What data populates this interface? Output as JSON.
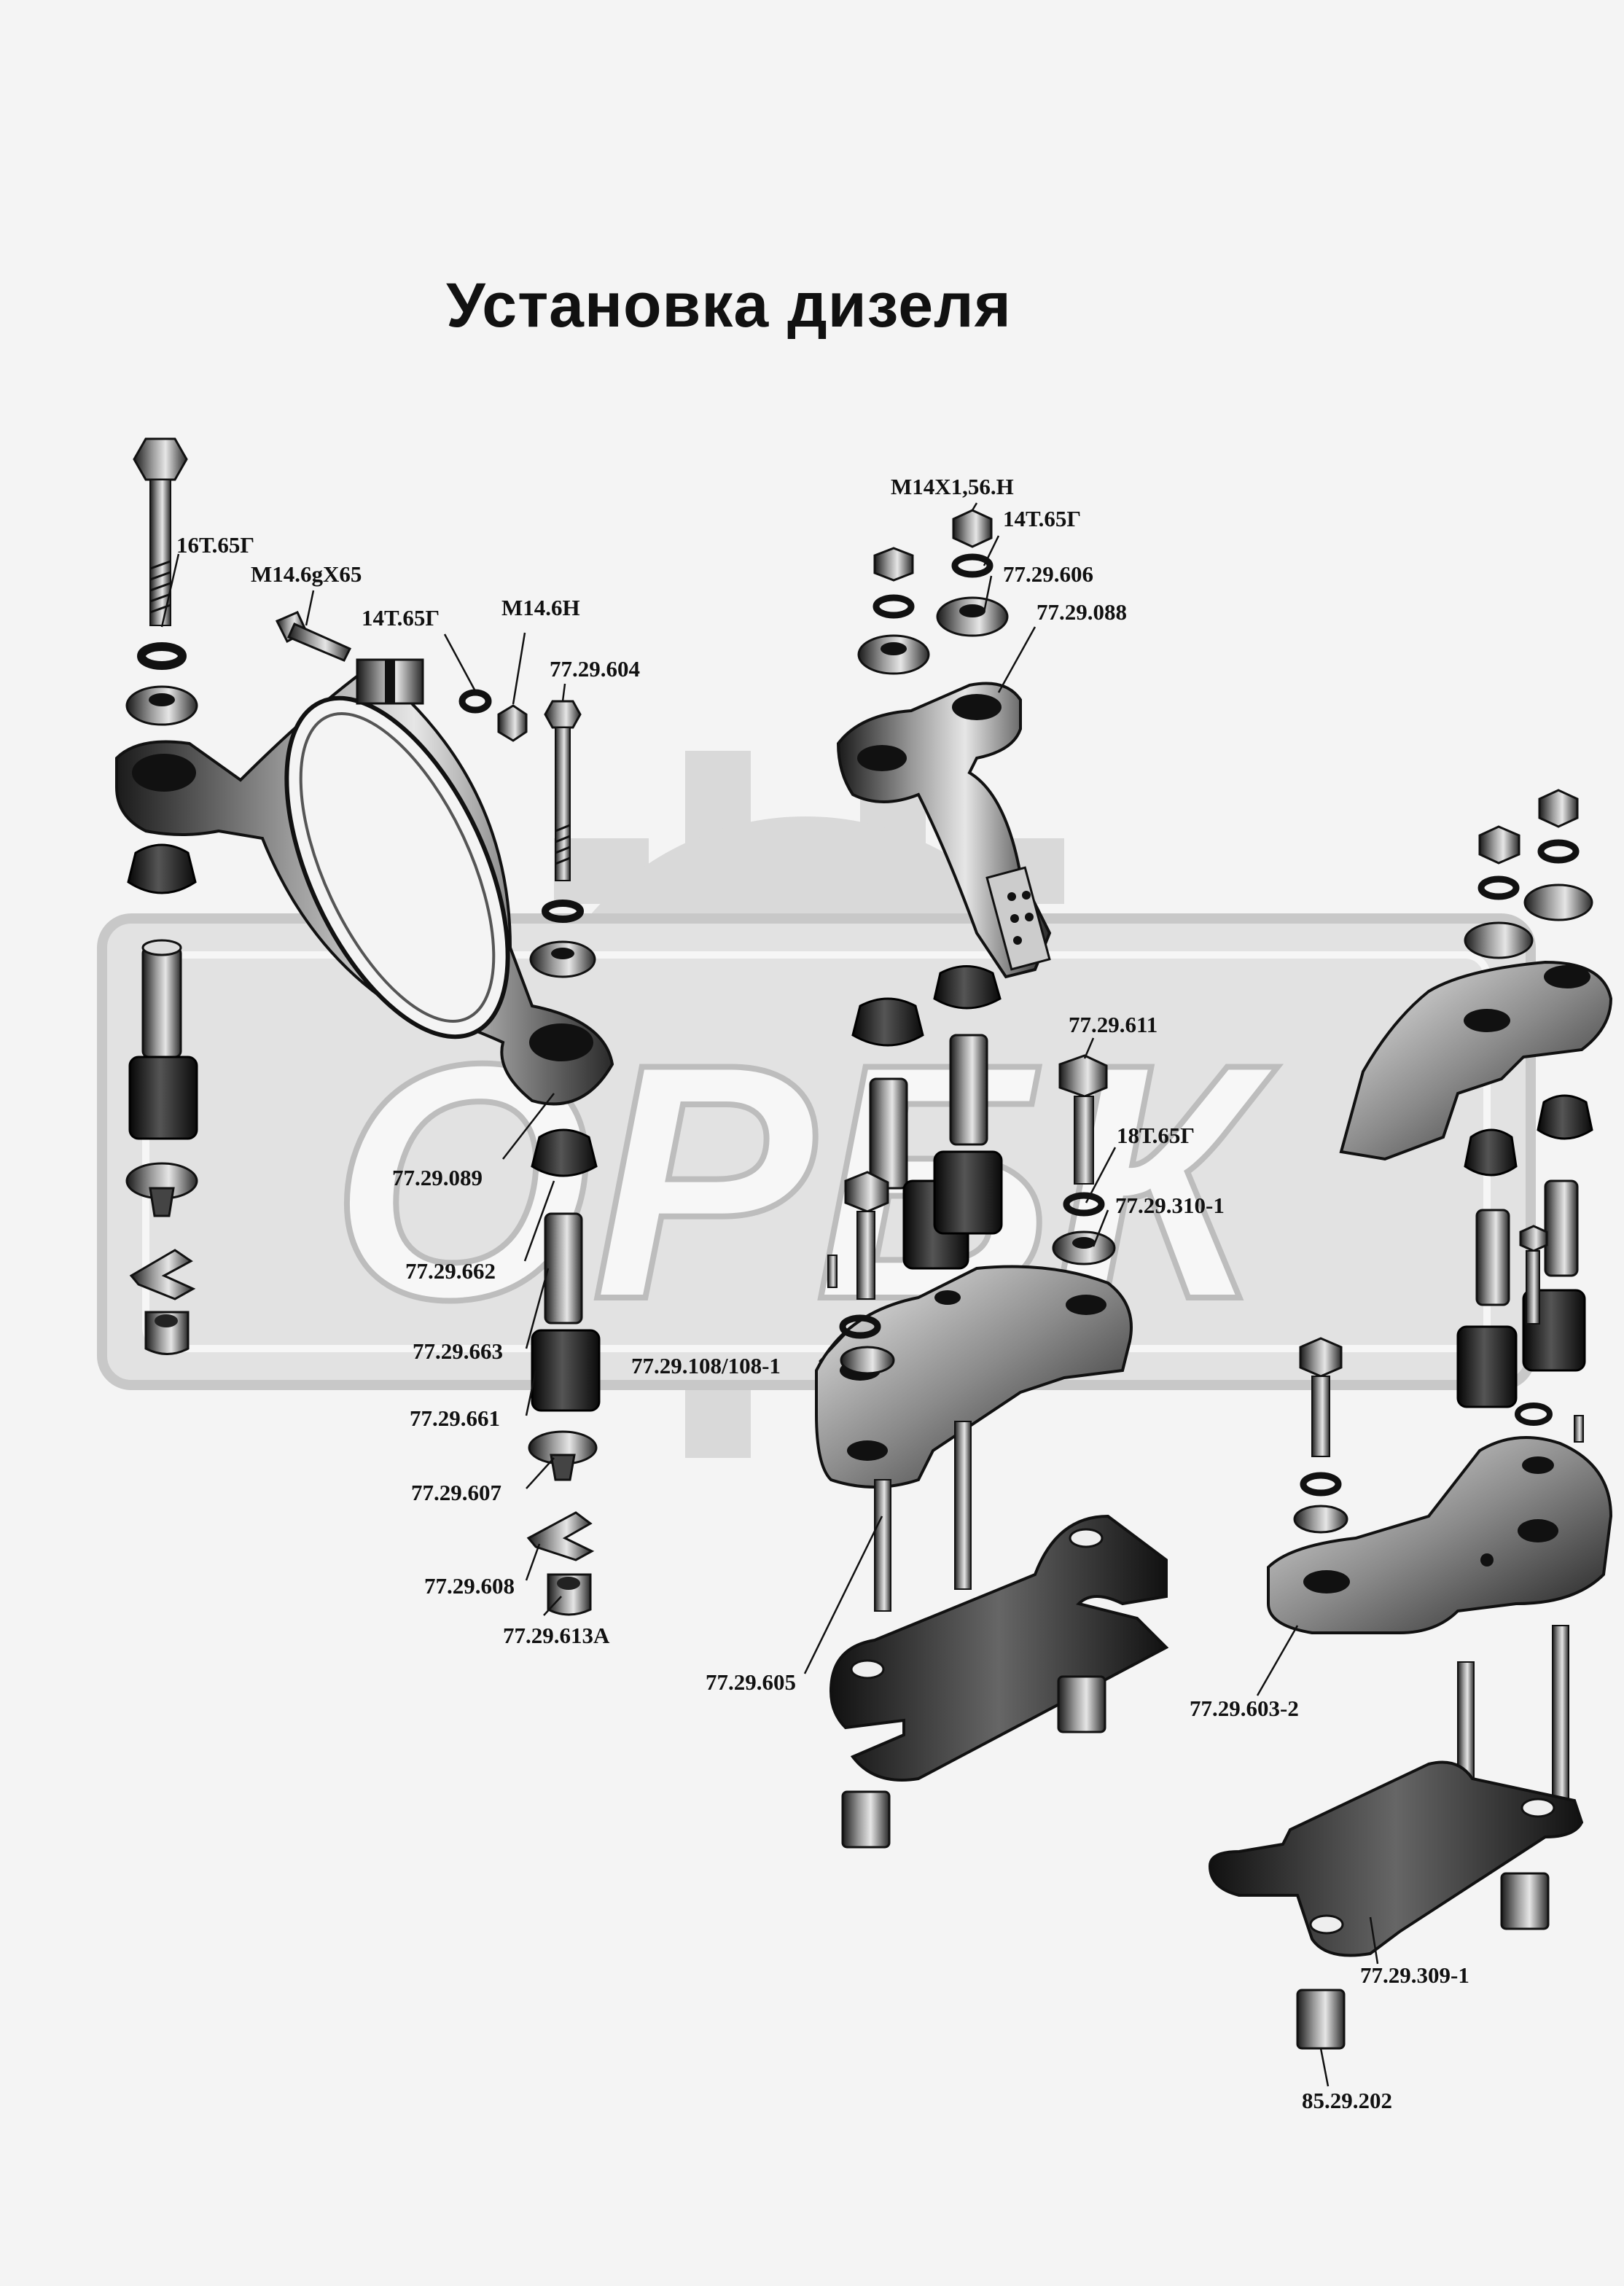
{
  "title": "Установка дизеля",
  "watermark": "ОРБК",
  "labels": {
    "l_16t65g": "16Т.65Г",
    "l_m14x65": "М14.6gX65",
    "l_14t65g_left": "14Т.65Г",
    "l_m146h": "М14.6Н",
    "l_604": "77.29.604",
    "l_089": "77.29.089",
    "l_662": "77.29.662",
    "l_663": "77.29.663",
    "l_661": "77.29.661",
    "l_607": "77.29.607",
    "l_608": "77.29.608",
    "l_613a": "77.29.613А",
    "l_m14x156": "М14Х1,56.Н",
    "l_14t65g_mid": "14Т.65Г",
    "l_606": "77.29.606",
    "l_088": "77.29.088",
    "l_611": "77.29.611",
    "l_18t65g": "18Т.65Г",
    "l_310": "77.29.310-1",
    "l_108": "77.29.108/108-1",
    "l_605": "77.29.605",
    "l_603": "77.29.603-2",
    "l_309": "77.29.309-1",
    "l_202": "85.29.202"
  },
  "colors": {
    "ink": "#111111",
    "paper": "#f4f4f4",
    "watermark": "#d6d6d6"
  }
}
